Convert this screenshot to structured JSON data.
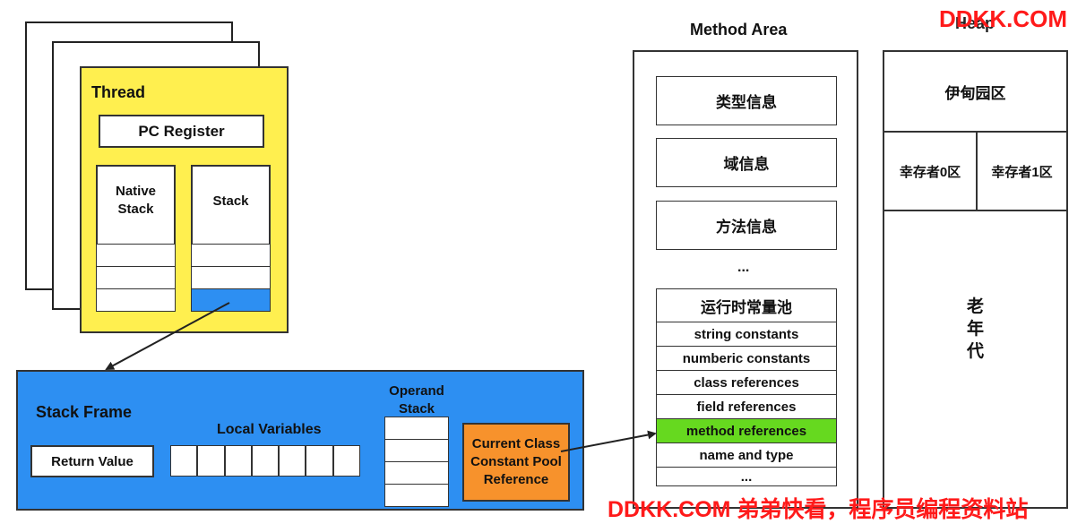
{
  "watermark_top": "DDKK.COM",
  "watermark_bottom": "DDKK.COM 弟弟快看，程序员编程资料站",
  "thread": {
    "title": "Thread",
    "pc_register": "PC Register",
    "native_stack": "Native\nStack",
    "stack": "Stack"
  },
  "stack_frame": {
    "title": "Stack Frame",
    "return_value": "Return Value",
    "local_variables": "Local Variables",
    "operand_stack": "Operand\nStack",
    "current_class_ref": "Current Class\nConstant Pool\nReference"
  },
  "method_area": {
    "title": "Method Area",
    "items": [
      "类型信息",
      "域信息",
      "方法信息"
    ],
    "ellipsis": "...",
    "pool_title": "运行时常量池",
    "pool_items": [
      "string constants",
      "numberic constants",
      "class references",
      "field references",
      "method references",
      "name and type"
    ],
    "pool_ellipsis": "..."
  },
  "heap": {
    "title": "Heap",
    "eden": "伊甸园区",
    "survivor0": "幸存者0区",
    "survivor1": "幸存者1区",
    "old_gen": "老\n年\n代"
  },
  "colors": {
    "thread_bg": "#ffef4f",
    "frame_bg": "#2d8ff2",
    "ref_bg": "#f7922c",
    "highlight": "#66d91f",
    "watermark": "#ff1a1a"
  }
}
